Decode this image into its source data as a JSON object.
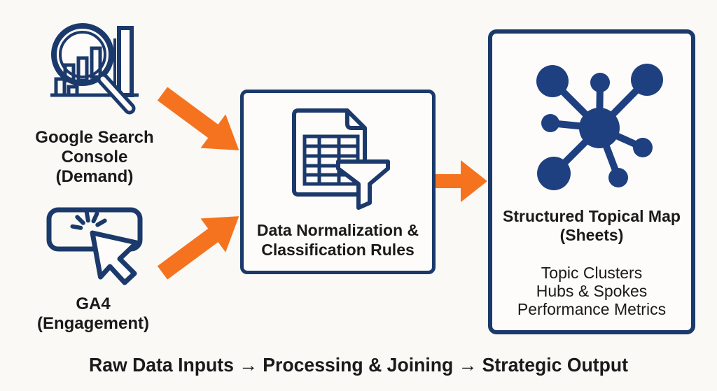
{
  "palette": {
    "background": "#faf9f6",
    "navy": "#1b3a6b",
    "navy_fill": "#1e4080",
    "orange": "#f5731e",
    "text": "#1a1a1a"
  },
  "sources": {
    "gsc": {
      "icon": "search-analytics-icon",
      "label": [
        "Google Search",
        "Console",
        "(Demand)"
      ]
    },
    "ga4": {
      "icon": "click-cursor-icon",
      "label": [
        "GA4",
        "(Engagement)"
      ]
    }
  },
  "processing": {
    "icon": "spreadsheet-funnel-icon",
    "label": [
      "Data Normalization &",
      "Classification Rules"
    ]
  },
  "output": {
    "icon": "hub-spoke-network-icon",
    "title": [
      "Structured Topical Map",
      "(Sheets)"
    ],
    "items": [
      "Topic Clusters",
      "Hubs & Spokes",
      "Performance Metrics"
    ]
  },
  "caption": "Raw Data Inputs → Processing & Joining → Strategic Output"
}
